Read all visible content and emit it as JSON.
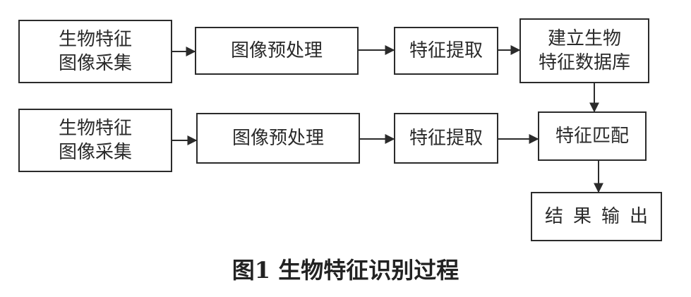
{
  "row1": {
    "capture": "生物特征\n图像采集",
    "preprocess": "图像预处理",
    "extract": "特征提取",
    "database": "建立生物\n特征数据库"
  },
  "row2": {
    "capture": "生物特征\n图像采集",
    "preprocess": "图像预处理",
    "extract": "特征提取",
    "match": "特征匹配"
  },
  "result": "结果输出",
  "caption": "图1  生物特征识别过程",
  "colors": {
    "line": "#2b2b2b",
    "text": "#222222",
    "background": "#ffffff"
  }
}
